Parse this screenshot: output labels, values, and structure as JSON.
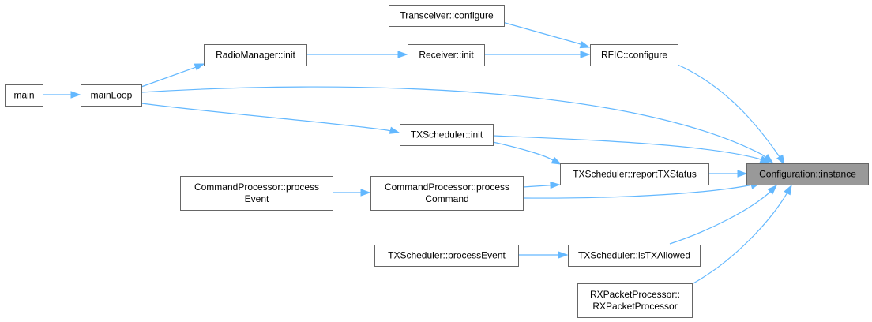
{
  "graph": {
    "nodes": [
      {
        "id": "main",
        "lines": [
          "main"
        ]
      },
      {
        "id": "mainloop",
        "lines": [
          "mainLoop"
        ]
      },
      {
        "id": "radiomanager-init",
        "lines": [
          "RadioManager::init"
        ]
      },
      {
        "id": "transceiver-configure",
        "lines": [
          "Transceiver::configure"
        ]
      },
      {
        "id": "receiver-init",
        "lines": [
          "Receiver::init"
        ]
      },
      {
        "id": "rfic-configure",
        "lines": [
          "RFIC::configure"
        ]
      },
      {
        "id": "txscheduler-init",
        "lines": [
          "TXScheduler::init"
        ]
      },
      {
        "id": "txscheduler-reporttxstatus",
        "lines": [
          "TXScheduler::reportTXStatus"
        ]
      },
      {
        "id": "commandprocessor-processevent",
        "lines": [
          "CommandProcessor::process",
          "Event"
        ]
      },
      {
        "id": "commandprocessor-processcommand",
        "lines": [
          "CommandProcessor::process",
          "Command"
        ]
      },
      {
        "id": "configuration-instance",
        "lines": [
          "Configuration::instance"
        ],
        "root": true
      },
      {
        "id": "txscheduler-processevent",
        "lines": [
          "TXScheduler::processEvent"
        ]
      },
      {
        "id": "txscheduler-istxallowed",
        "lines": [
          "TXScheduler::isTXAllowed"
        ]
      },
      {
        "id": "rxpacketprocessor-ctor",
        "lines": [
          "RXPacketProcessor::",
          "RXPacketProcessor"
        ]
      }
    ]
  },
  "colors": {
    "edge": "#63b8ff",
    "node_border": "#666666",
    "root_fill": "#999999"
  }
}
